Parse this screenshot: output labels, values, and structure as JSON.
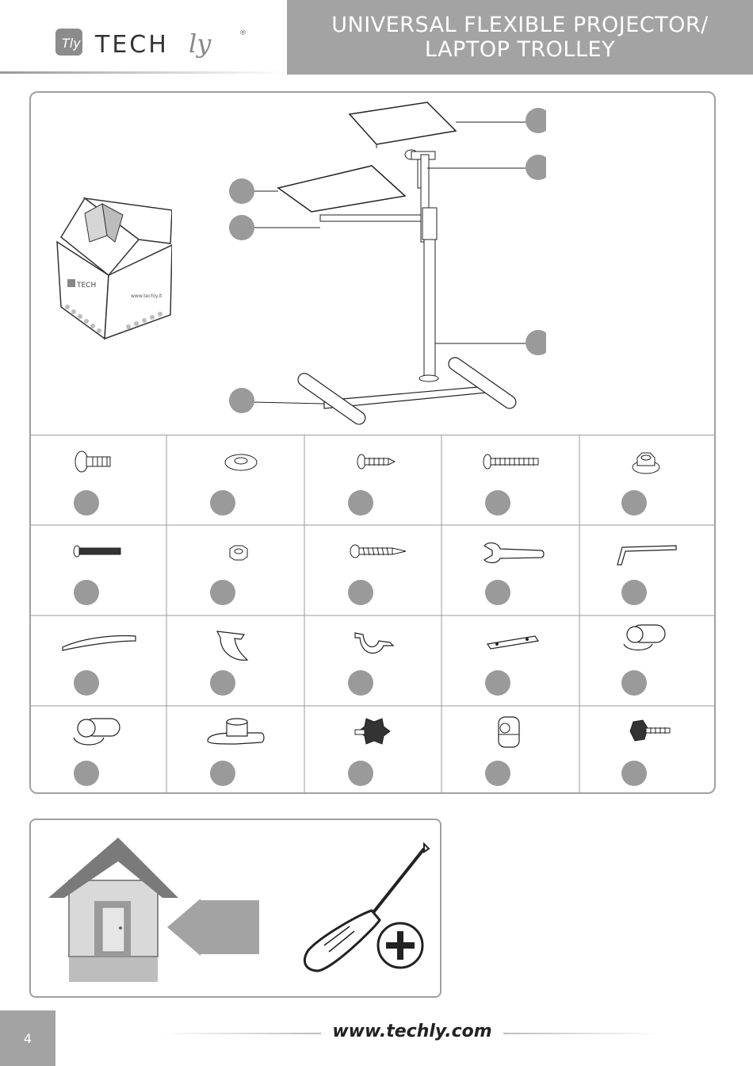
{
  "header": {
    "brand": "TECHly",
    "title_line1": "UNIVERSAL FLEXIBLE PROJECTOR/",
    "title_line2": "LAPTOP TROLLEY"
  },
  "box_illustration": {
    "brand": "TECHly",
    "url": "www.techly.it"
  },
  "parts_grid": {
    "rows": 4,
    "columns": 5,
    "parts": [
      {
        "icon": "flat-head-bolt-icon"
      },
      {
        "icon": "washer-icon"
      },
      {
        "icon": "self-drilling-screw-icon"
      },
      {
        "icon": "long-machine-screw-icon"
      },
      {
        "icon": "flange-nut-icon"
      },
      {
        "icon": "long-bolt-icon"
      },
      {
        "icon": "hex-nut-icon"
      },
      {
        "icon": "wood-screw-icon"
      },
      {
        "icon": "spanner-wrench-icon"
      },
      {
        "icon": "allen-key-icon"
      },
      {
        "icon": "bracket-strip-icon"
      },
      {
        "icon": "u-clamp-icon"
      },
      {
        "icon": "omega-clamp-icon"
      },
      {
        "icon": "flat-plate-icon"
      },
      {
        "icon": "tube-clamp-icon"
      },
      {
        "icon": "tube-clamp-2-icon"
      },
      {
        "icon": "base-socket-icon"
      },
      {
        "icon": "star-knob-screw-icon"
      },
      {
        "icon": "tube-connector-icon"
      },
      {
        "icon": "knob-bolt-icon"
      }
    ]
  },
  "tools": {
    "icons": [
      "house-icon",
      "arrow-left-icon",
      "phillips-screwdriver-icon",
      "plus-icon"
    ]
  },
  "footer": {
    "page_number": "4",
    "url": "www.techly.com"
  }
}
